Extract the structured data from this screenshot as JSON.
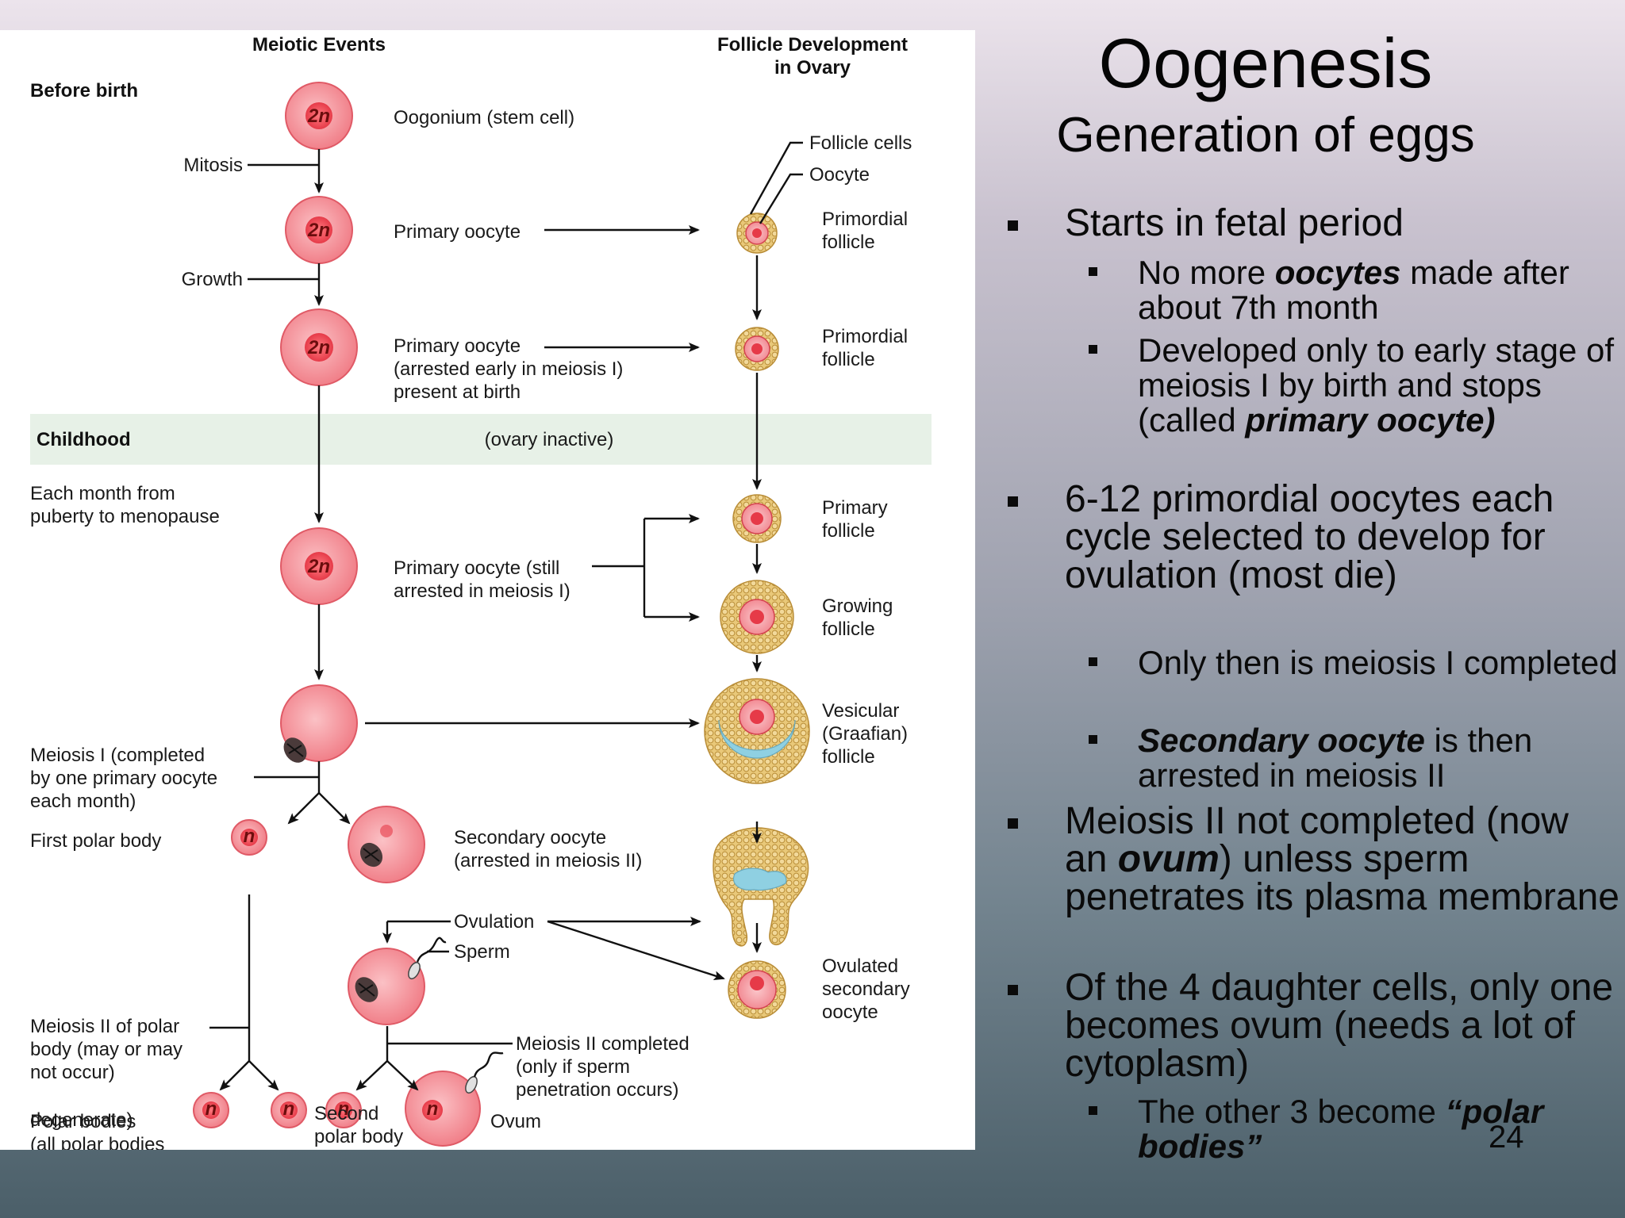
{
  "slide": {
    "title": "Oogenesis",
    "subtitle": "Generation of eggs",
    "page_number": "24",
    "bullets": [
      {
        "level": 1,
        "segments": [
          {
            "t": "Starts in fetal period"
          }
        ]
      },
      {
        "level": 2,
        "segments": [
          {
            "t": "No more "
          },
          {
            "t": "oocytes",
            "em": true
          },
          {
            "t": " made after about 7th month"
          }
        ]
      },
      {
        "level": 2,
        "segments": [
          {
            "t": "Developed only to early stage of meiosis I by birth and stops (called "
          },
          {
            "t": "primary oocyte)",
            "em": true
          }
        ]
      },
      {
        "level": 1,
        "segments": [
          {
            "t": "6-12 primordial oocytes each cycle selected to develop for ovulation (most die)"
          }
        ]
      },
      {
        "level": 2,
        "segments": [
          {
            "t": "Only then is meiosis I completed"
          }
        ]
      },
      {
        "level": 2,
        "segments": [
          {
            "t": "Secondary oocyte",
            "em": true
          },
          {
            "t": " is then arrested in meiosis II"
          }
        ]
      },
      {
        "level": 1,
        "segments": [
          {
            "t": "Meiosis II not completed (now an "
          },
          {
            "t": "ovum",
            "em": true
          },
          {
            "t": ") unless sperm penetrates its plasma membrane"
          }
        ]
      },
      {
        "level": 1,
        "segments": [
          {
            "t": "Of the 4 daughter cells, only one becomes ovum (needs a lot of cytoplasm)"
          }
        ]
      },
      {
        "level": 2,
        "segments": [
          {
            "t": "The other 3 become "
          },
          {
            "t": "“polar bodies”",
            "em": true
          }
        ]
      }
    ]
  },
  "diagram": {
    "headers": {
      "left": "Meiotic Events",
      "right_line1": "Follicle Development",
      "right_line2": "in Ovary"
    },
    "stages": {
      "before_birth": "Before birth",
      "childhood": "Childhood",
      "ovary_inactive": "(ovary inactive)",
      "monthly_line1": "Each month from",
      "monthly_line2": "puberty to menopause"
    },
    "processes": {
      "mitosis": "Mitosis",
      "growth": "Growth",
      "meiosis1_line1": "Meiosis I (completed",
      "meiosis1_line2": "by one primary oocyte",
      "meiosis1_line3": "each month)",
      "ovulation": "Ovulation",
      "sperm": "Sperm",
      "meiosis2_polar_line1": "Meiosis II of polar",
      "meiosis2_polar_line2": "body (may or may",
      "meiosis2_polar_line3": "not occur)",
      "meiosis2_done_line1": "Meiosis II completed",
      "meiosis2_done_line2": "(only if sperm",
      "meiosis2_done_line3": "penetration occurs)"
    },
    "cells": {
      "oogonium": "Oogonium (stem cell)",
      "primary_oocyte": "Primary oocyte",
      "primary_arrested_line1": "Primary oocyte",
      "primary_arrested_line2": "(arrested early in meiosis I)",
      "primary_arrested_line3": "present at birth",
      "primary_still_line1": "Primary oocyte (still",
      "primary_still_line2": "arrested in meiosis I)",
      "first_polar_body": "First polar body",
      "secondary_line1": "Secondary oocyte",
      "secondary_line2": "(arrested in meiosis II)",
      "polar_bodies_line1": "Polar bodies",
      "polar_bodies_line2": "(all polar bodies",
      "polar_bodies_line3": "degenerate)",
      "second_polar_line1": "Second",
      "second_polar_line2": "polar body",
      "ovum": "Ovum",
      "diploid": "2n",
      "haploid": "n"
    },
    "follicles": {
      "follicle_cells": "Follicle cells",
      "oocyte": "Oocyte",
      "primordial_line1": "Primordial",
      "primordial_line2": "follicle",
      "primary_line1": "Primary",
      "primary_line2": "follicle",
      "growing_line1": "Growing",
      "growing_line2": "follicle",
      "vesicular_line1": "Vesicular",
      "vesicular_line2": "(Graafian)",
      "vesicular_line3": "follicle",
      "ovulated_line1": "Ovulated",
      "ovulated_line2": "secondary",
      "ovulated_line3": "oocyte"
    },
    "colors": {
      "cell_fill": "#f27b84",
      "cell_light": "#f7a8ae",
      "cell_stroke": "#d4434f",
      "follicle_granule": "#e0c070",
      "antrum": "#8fd0e2",
      "childhood_band": "#e7f1e7"
    }
  }
}
